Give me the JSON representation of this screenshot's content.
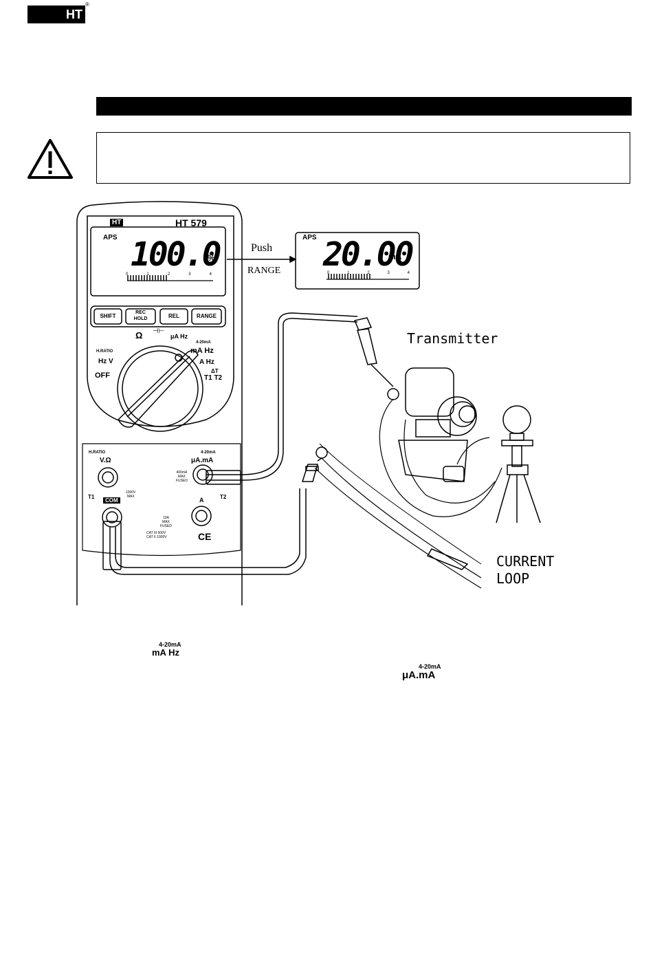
{
  "header": {
    "logo_text": "HT",
    "registered_mark": "®"
  },
  "warning": {
    "icon": "warning-triangle-icon",
    "text": ""
  },
  "meter": {
    "brand": "HT",
    "model": "HT 579",
    "lcd_main": {
      "mode": "APS",
      "value": "100.0",
      "unit": "%",
      "scale": [
        "0",
        "1",
        "2",
        "3",
        "4"
      ]
    },
    "lcd_after": {
      "mode": "APS",
      "value": "20.00",
      "unit": "mA",
      "scale": [
        "0",
        "1",
        "2",
        "3",
        "4"
      ]
    },
    "buttons": [
      {
        "line1": "SHIFT",
        "line2": ""
      },
      {
        "line1": "REC",
        "line2": "HOLD"
      },
      {
        "line1": "REL",
        "line2": ""
      },
      {
        "line1": "RANGE",
        "line2": ""
      }
    ],
    "dial": {
      "off": "OFF",
      "hz_ratio": "H.RATIO",
      "hz_v": "Hz V",
      "ohm": "Ω",
      "cap": "⊣⊢",
      "ua_hz": "μA Hz",
      "ma_range": "4-20mA",
      "ma_hz": "mA Hz",
      "a_hz": "A Hz",
      "delta_t": "ΔT",
      "t1_t2": "T1 T2"
    },
    "terminals": {
      "left_label_1": "H.RATIO",
      "left_label_2": "V.Ω",
      "com": "COM",
      "t1": "T1",
      "t2": "T2",
      "ma_label_1": "4-20mA",
      "ma_label_2": "μA.mA",
      "fuse_ma_1": "400mA",
      "fuse_ma_2": "MAX",
      "fuse_ma_3": "FUSED",
      "volt_max_1": "1000V",
      "volt_max_2": "MAX",
      "a_label": "A",
      "fuse_a_1": "10A",
      "fuse_a_2": "MAX",
      "fuse_a_3": "FUSED",
      "cat_1": "CAT III 600V",
      "cat_2": "CAT II 1000V",
      "ce": "CE"
    }
  },
  "diagram": {
    "push": "Push",
    "range": "RANGE",
    "transmitter": "Transmitter",
    "current_loop_1": "CURRENT",
    "current_loop_2": "LOOP"
  },
  "inline_symbols": {
    "sym1_top": "4-20mA",
    "sym1_bottom": "mA Hz",
    "sym2_top": "4-20mA",
    "sym2_bottom": "μA.mA"
  }
}
